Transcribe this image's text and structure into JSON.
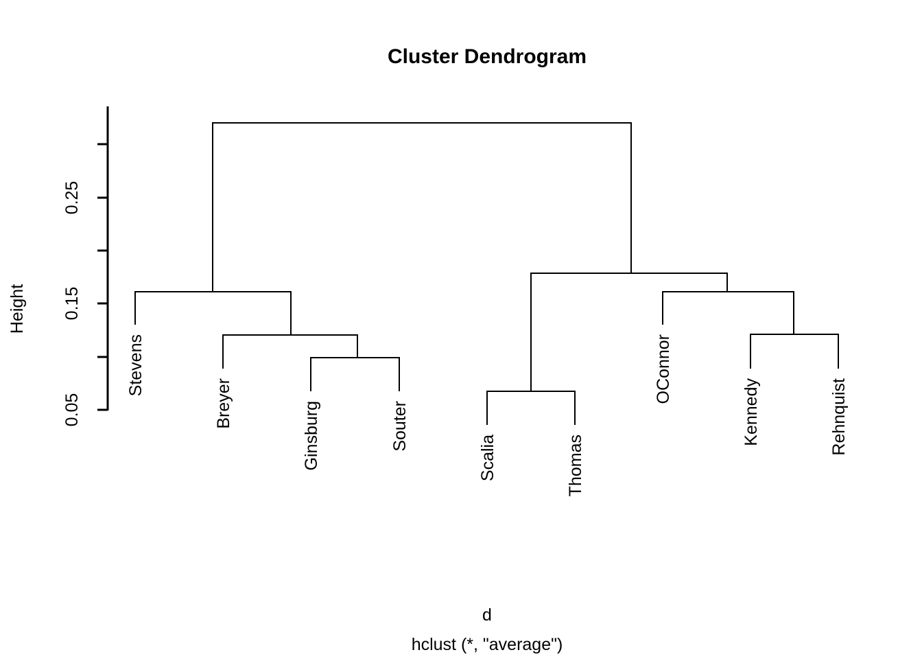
{
  "chart_data": {
    "type": "dendrogram",
    "title": "Cluster Dendrogram",
    "ylabel": "Height",
    "xlabel": "d",
    "sub_label": "hclust (*, \"average\")",
    "leaf_order": [
      "Stevens",
      "Breyer",
      "Ginsburg",
      "Souter",
      "Scalia",
      "Thomas",
      "OConnor",
      "Kennedy",
      "Rehnquist"
    ],
    "axis": {
      "tick_values": [
        0.05,
        0.1,
        0.15,
        0.2,
        0.25,
        0.3
      ],
      "tick_labels": [
        "0.05",
        "",
        "0.15",
        "",
        "0.25",
        ""
      ],
      "ylim": [
        0.05,
        0.32
      ],
      "grid": false
    },
    "merges": [
      {
        "id": "m1",
        "label": "Ginsburg + Souter",
        "members": [
          "Ginsburg",
          "Souter"
        ],
        "height": 0.099
      },
      {
        "id": "m2",
        "label": "Breyer + (Ginsburg, Souter)",
        "members": [
          "Breyer",
          "Ginsburg",
          "Souter"
        ],
        "height": 0.12
      },
      {
        "id": "m3",
        "label": "Stevens + (Breyer, Ginsburg, Souter)",
        "members": [
          "Stevens",
          "Breyer",
          "Ginsburg",
          "Souter"
        ],
        "height": 0.161
      },
      {
        "id": "m4",
        "label": "Scalia + Thomas",
        "members": [
          "Scalia",
          "Thomas"
        ],
        "height": 0.067
      },
      {
        "id": "m5",
        "label": "Kennedy + Rehnquist",
        "members": [
          "Kennedy",
          "Rehnquist"
        ],
        "height": 0.121
      },
      {
        "id": "m6",
        "label": "OConnor + (Kennedy, Rehnquist)",
        "members": [
          "OConnor",
          "Kennedy",
          "Rehnquist"
        ],
        "height": 0.161
      },
      {
        "id": "m7",
        "label": "(Scalia, Thomas) + (OConnor, Kennedy, Rehnquist)",
        "members": [
          "Scalia",
          "Thomas",
          "OConnor",
          "Kennedy",
          "Rehnquist"
        ],
        "height": 0.178
      },
      {
        "id": "m8",
        "label": "Root",
        "members": [
          "Stevens",
          "Breyer",
          "Ginsburg",
          "Souter",
          "Scalia",
          "Thomas",
          "OConnor",
          "Kennedy",
          "Rehnquist"
        ],
        "height": 0.32
      }
    ],
    "line_color": "#000000",
    "background_color": "#ffffff"
  },
  "plot": {
    "title": "Cluster Dendrogram",
    "y_axis_name": "Height",
    "x_caption_line1": "d",
    "x_caption_line2": "hclust (*, \"average\")",
    "tick_labels": {
      "t_030": "",
      "t_025": "0.25",
      "t_020": "",
      "t_015": "0.15",
      "t_010": "",
      "t_005": "0.05"
    },
    "leaves": {
      "l0": "Stevens",
      "l1": "Breyer",
      "l2": "Ginsburg",
      "l3": "Souter",
      "l4": "Scalia",
      "l5": "Thomas",
      "l6": "OConnor",
      "l7": "Kennedy",
      "l8": "Rehnquist"
    }
  }
}
